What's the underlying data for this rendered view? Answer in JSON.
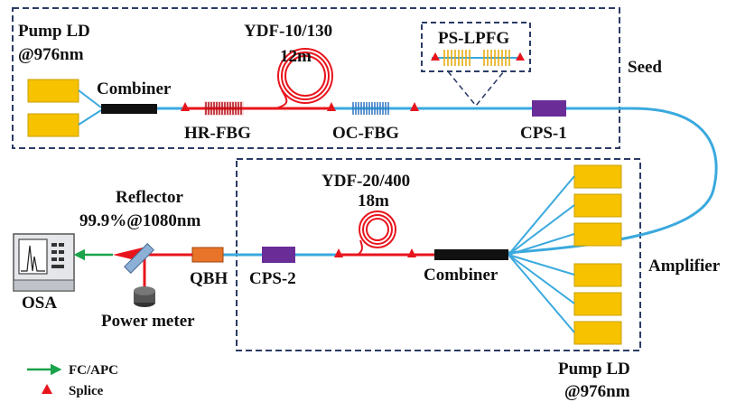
{
  "labels": {
    "pump_ld_top_line1": "Pump LD",
    "pump_ld_top_line2": "@976nm",
    "combiner_top": "Combiner",
    "ydf_top": "YDF-10/130",
    "ydf_top_length": "12m",
    "ps_lpfg": "PS-LPFG",
    "seed": "Seed",
    "hr_fbg": "HR-FBG",
    "oc_fbg": "OC-FBG",
    "cps1": "CPS-1",
    "reflector": "Reflector",
    "reflectivity": "99.9%@1080nm",
    "ydf_bottom": "YDF-20/400",
    "ydf_bottom_length": "18m",
    "qbh": "QBH",
    "cps2": "CPS-2",
    "combiner_bottom": "Combiner",
    "amplifier": "Amplifier",
    "osa": "OSA",
    "power_meter": "Power meter",
    "pump_ld_bottom_line1": "Pump LD",
    "pump_ld_bottom_line2": "@976nm",
    "legend_fc_apc": "FC/APC",
    "legend_splice": "Splice"
  },
  "colors": {
    "fiber_blue": "#3aa9de",
    "fiber_red": "#e8141c",
    "pump": "#f7c200",
    "pump_edge": "#caa000",
    "cps": "#6a2d98",
    "combiner": "#111111",
    "qbh": "#e8742a",
    "dash_box": "#2b3b66",
    "fc_apc": "#1aa34a"
  }
}
